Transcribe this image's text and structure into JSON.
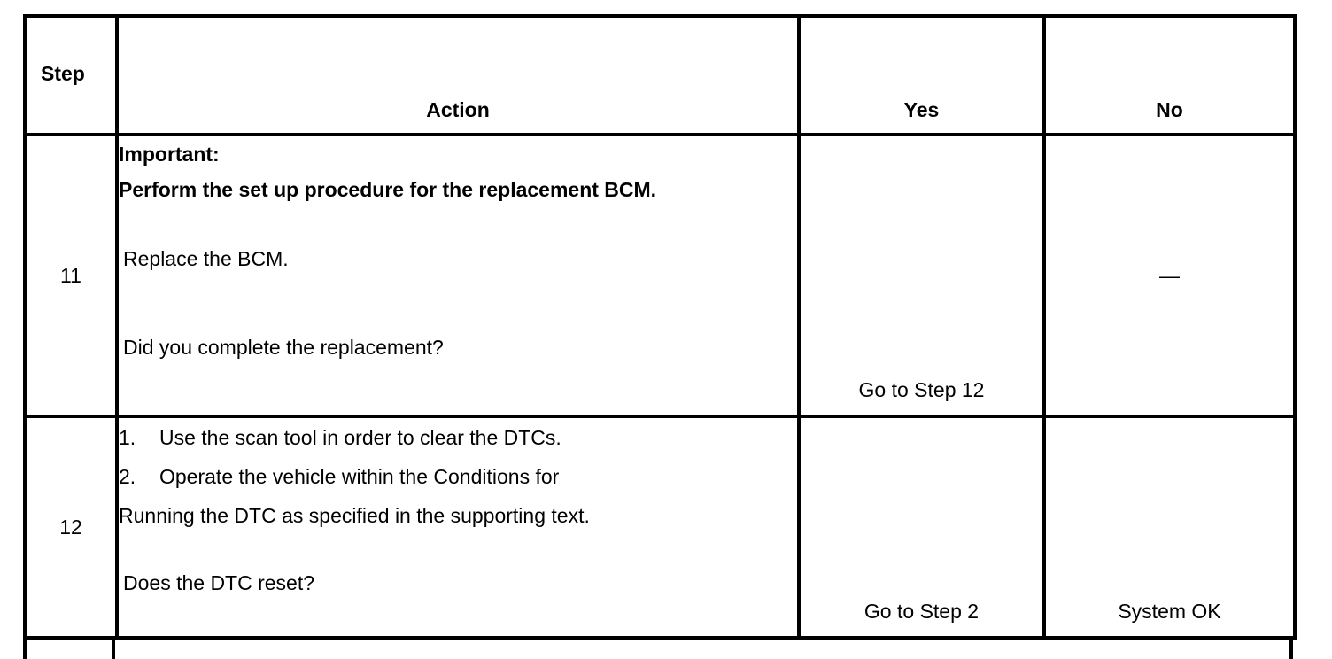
{
  "table": {
    "headers": {
      "step": "Step",
      "action": "Action",
      "yes": "Yes",
      "no": "No"
    },
    "rows": [
      {
        "step": "11",
        "action": {
          "bold_lines": [
            "Important:",
            "Perform the set up procedure for the replacement BCM."
          ],
          "normal_lines": [
            "Replace the BCM.",
            "Did you complete the replacement?"
          ]
        },
        "yes": "Go to Step 12",
        "no": "—"
      },
      {
        "step": "12",
        "action": {
          "list_items": [
            {
              "marker": "1.",
              "text": "Use the scan tool in order to clear the DTCs."
            },
            {
              "marker": "2.",
              "text": "Operate the vehicle within the Conditions for"
            }
          ],
          "continuation": "Running the DTC as specified in the supporting text.",
          "question": "Does the DTC reset?"
        },
        "yes": "Go to Step 2",
        "no": "System OK"
      }
    ]
  },
  "style": {
    "border_color": "#000000",
    "text_color": "#000000",
    "background": "#ffffff"
  }
}
